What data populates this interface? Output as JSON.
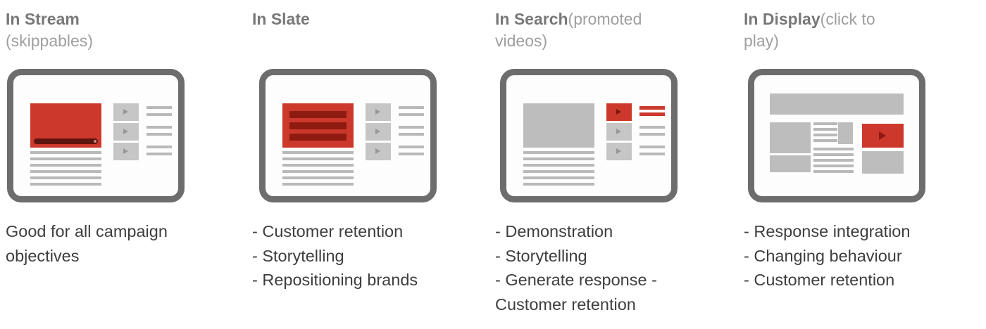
{
  "slide": {
    "background": "#ffffff",
    "colors": {
      "accent_red": "#cc392c",
      "dark_red_stripe": "#8e1b10",
      "progress_bar_maroon": "#5d150f",
      "card_border_gray": "#6d6d6d",
      "placeholder_gray": "#bdbdbd",
      "title_bold_gray": "#787878",
      "title_light_gray": "#9f9f9f",
      "body_text_gray": "#3e3e3e"
    },
    "columns": [
      {
        "id": "in-stream",
        "title": {
          "bold": "In Stream",
          "light1": "",
          "light2": "(skippables)"
        },
        "illustration_icon": "skippable-instream-video-mockup",
        "list": [
          "Good for all campaign",
          "objectives"
        ]
      },
      {
        "id": "in-slate",
        "title": {
          "bold": "In Slate",
          "light1": "",
          "light2": ""
        },
        "illustration_icon": "slate-video-mockup",
        "list": [
          "- Customer retention",
          "- Storytelling",
          "- Repositioning brands"
        ]
      },
      {
        "id": "in-search",
        "title": {
          "bold": "In Search",
          "light1": "(promoted",
          "light2": "videos)"
        },
        "illustration_icon": "promoted-video-search-mockup",
        "list": [
          "- Demonstration",
          "- Storytelling",
          "- Generate response -",
          "Customer retention"
        ]
      },
      {
        "id": "in-display",
        "title": {
          "bold": "In Display",
          "light1": "(click to",
          "light2": "play)"
        },
        "illustration_icon": "display-ad-click-to-play-mockup",
        "list": [
          "- Response integration",
          "- Changing behaviour",
          "- Customer retention"
        ]
      }
    ]
  }
}
